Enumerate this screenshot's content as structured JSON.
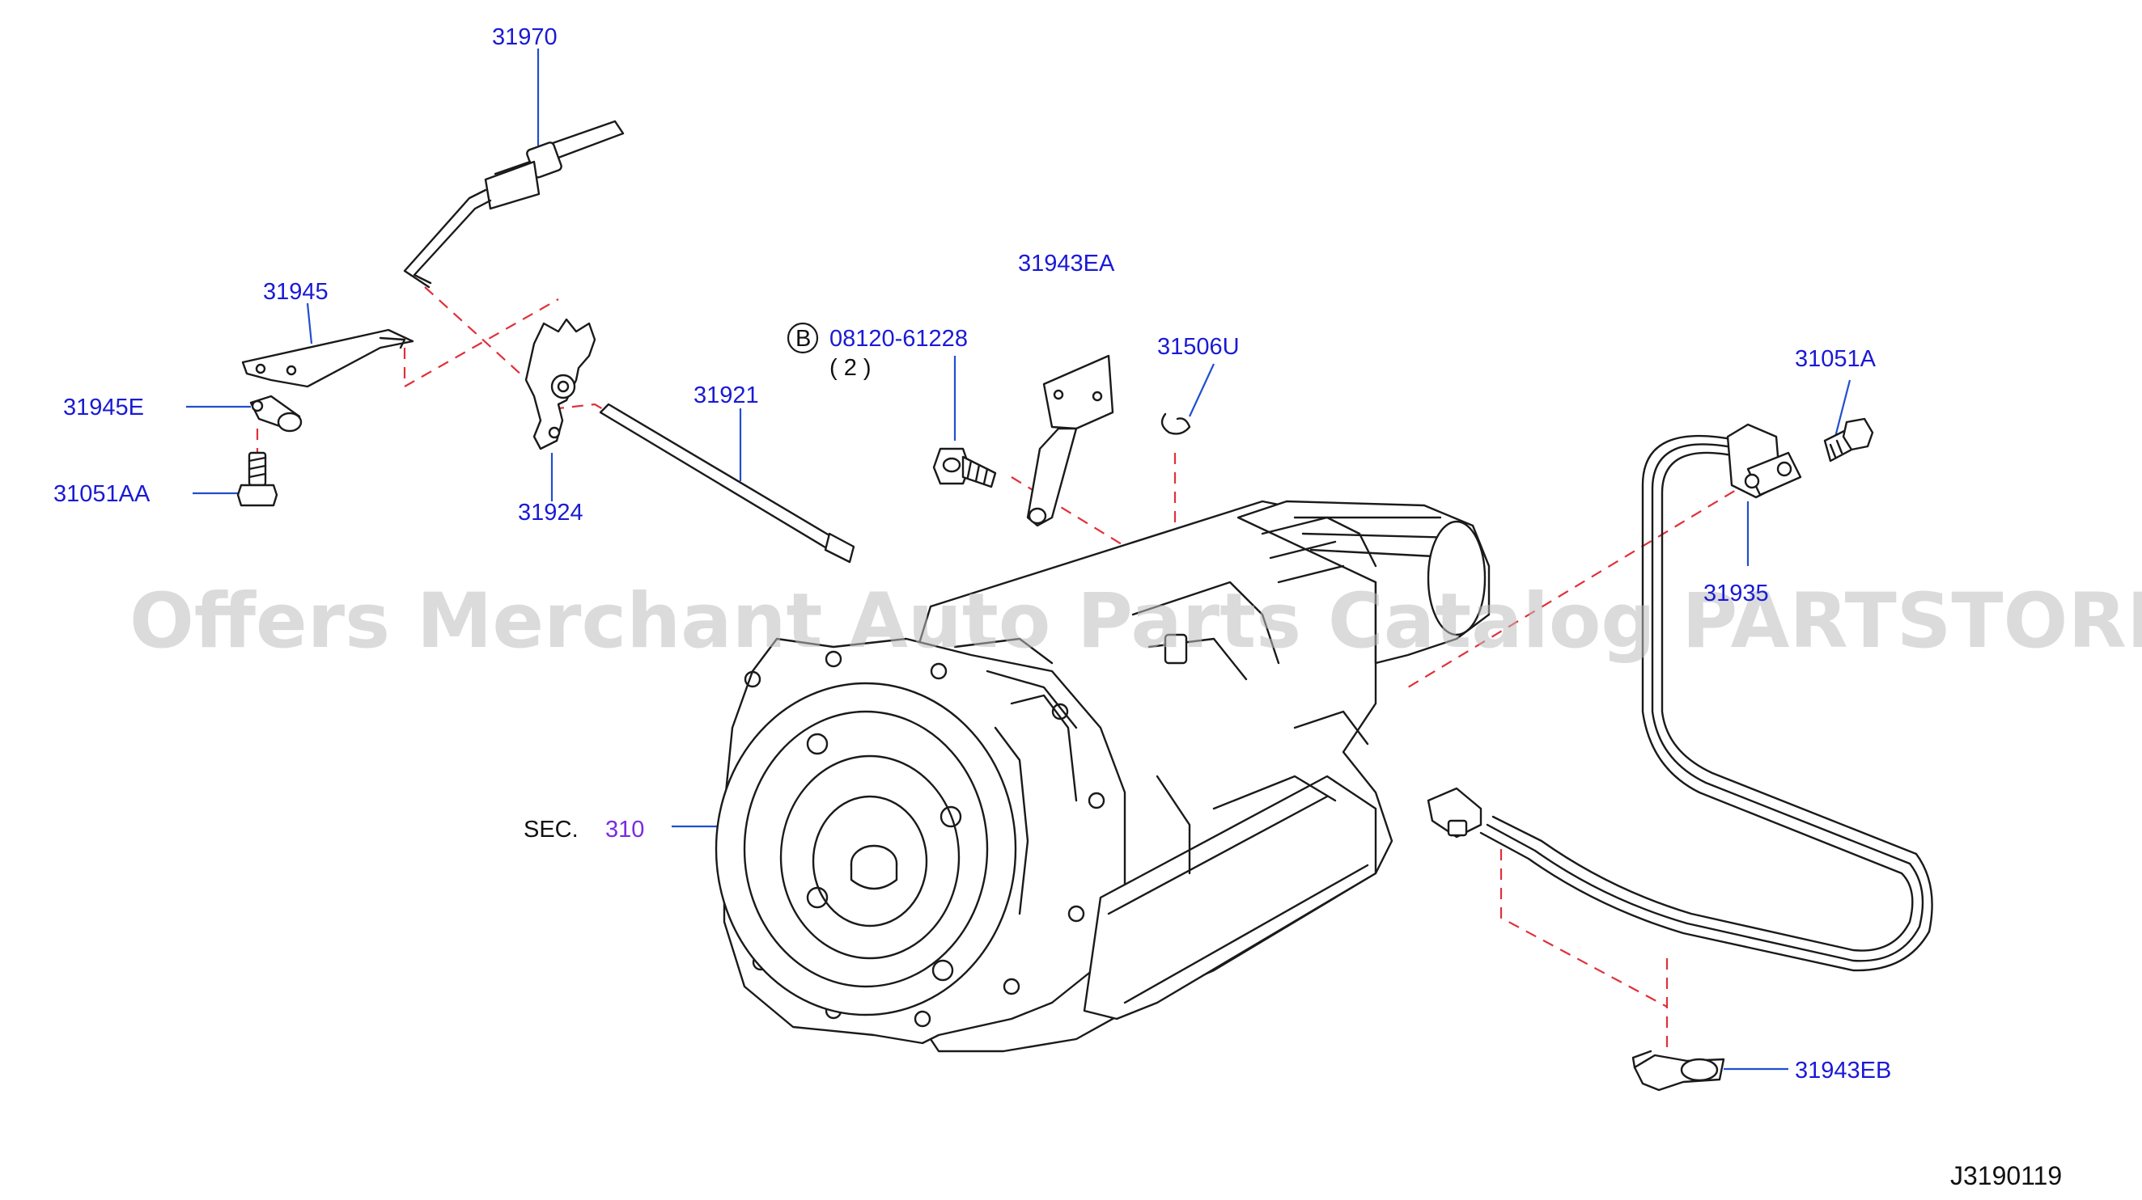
{
  "diagram": {
    "parts": {
      "p31970": "31970",
      "p31945": "31945",
      "p31945E": "31945E",
      "p31051AA": "31051AA",
      "p31924": "31924",
      "p31921": "31921",
      "p31943EA": "31943EA",
      "p31506U": "31506U",
      "p31051A": "31051A",
      "p31935": "31935",
      "p31943EB": "31943EB",
      "bolt_code": "08120-61228",
      "bolt_qty": "( 2 )",
      "bolt_marker": "B"
    },
    "section_prefix": "SEC.",
    "section_number": "310",
    "drawing_id": "J3190119"
  },
  "watermark": "Offers Merchant Auto Parts Catalog PARTSTORE.SA",
  "colors": {
    "part_label": "#1a1ad6",
    "section_ref": "#7a2be0",
    "leader_line": "#1f4fd0",
    "dash_line": "#e0303a",
    "linework": "#1a1a1a"
  }
}
